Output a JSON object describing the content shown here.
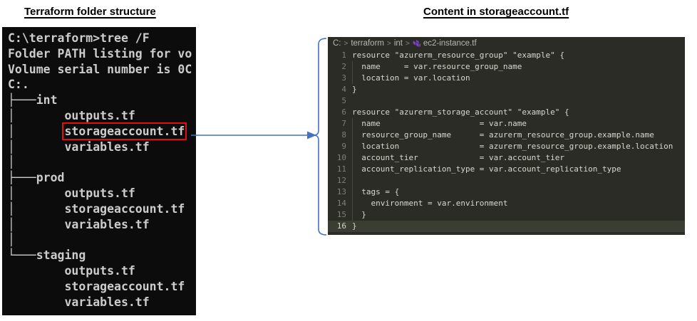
{
  "left_panel": {
    "title": "Terraform folder structure",
    "terminal": {
      "lines": [
        "C:\\terraform>tree /F",
        "Folder PATH listing for vo",
        "Volume serial number is 0C",
        "C:.",
        "├───int",
        "│       outputs.tf",
        {
          "pre": "│       ",
          "boxed": "storageaccount.tf"
        },
        "│       variables.tf",
        "│",
        "├───prod",
        "│       outputs.tf",
        "│       storageaccount.tf",
        "│       variables.tf",
        "│",
        "└───staging",
        "        outputs.tf",
        "        storageaccount.tf",
        "        variables.tf"
      ]
    }
  },
  "right_panel": {
    "title": "Content in storageaccount.tf",
    "editor": {
      "breadcrumb": {
        "segments": [
          "C:",
          "terraform",
          "int"
        ],
        "separator": ">",
        "file": "ec2-instance.tf",
        "file_icon": "terraform-icon"
      },
      "lines": [
        {
          "num": "1",
          "text": "resource \"azurerm_resource_group\" \"example\" {"
        },
        {
          "num": "2",
          "text": "  name     = var.resource_group_name",
          "guide": true
        },
        {
          "num": "3",
          "text": "  location = var.location",
          "guide": true
        },
        {
          "num": "4",
          "text": "}"
        },
        {
          "num": "5",
          "text": ""
        },
        {
          "num": "6",
          "text": "resource \"azurerm_storage_account\" \"example\" {"
        },
        {
          "num": "7",
          "text": "  name                     = var.name",
          "guide": true
        },
        {
          "num": "8",
          "text": "  resource_group_name      = azurerm_resource_group.example.name",
          "guide": true
        },
        {
          "num": "9",
          "text": "  location                 = azurerm_resource_group.example.location",
          "guide": true
        },
        {
          "num": "10",
          "text": "  account_tier             = var.account_tier",
          "guide": true
        },
        {
          "num": "11",
          "text": "  account_replication_type = var.account_replication_type",
          "guide": true
        },
        {
          "num": "12",
          "text": "",
          "guide": true
        },
        {
          "num": "13",
          "text": "  tags = {",
          "guide": true
        },
        {
          "num": "14",
          "text": "    environment = var.environment",
          "guide": true
        },
        {
          "num": "15",
          "text": "  }",
          "guide": true
        },
        {
          "num": "16",
          "text": "}",
          "hl": true
        }
      ]
    }
  },
  "annotations": {
    "highlight_box_target": "storageaccount.tf",
    "arrow": "terminal-to-editor"
  },
  "colors": {
    "accent_blue": "#4472C4",
    "highlight_red": "#e01010",
    "terminal_bg": "#0c0c0c",
    "terminal_text": "#cccccc",
    "editor_bg": "#2c2c27",
    "editor_text": "#d8d8cd",
    "line_number": "#7f7f76",
    "active_line_bg": "#3a3d32",
    "breadcrumb_text": "#b8b8b0",
    "terraform_icon_purple": "#7b42bc",
    "title_text": "#000000"
  }
}
